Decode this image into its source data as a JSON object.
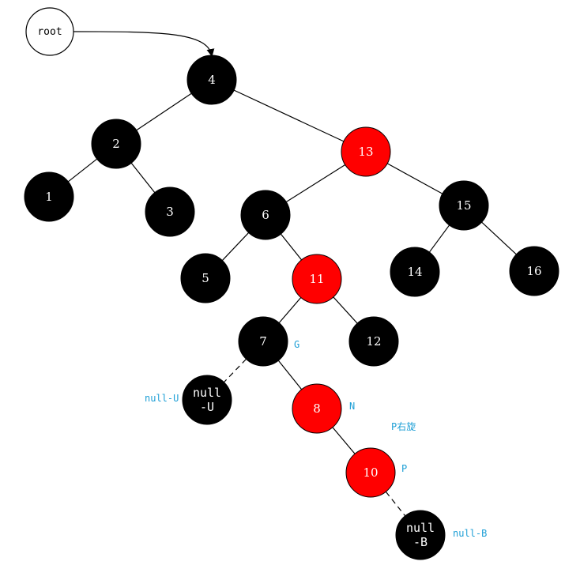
{
  "colors": {
    "black_node": "#000000",
    "red_node": "#ff0000",
    "root_node": "#ffffff",
    "annotation": "#1e9fd6"
  },
  "root_pointer": {
    "label": "root"
  },
  "nodes": [
    {
      "id": "n4",
      "label": "4",
      "color": "black"
    },
    {
      "id": "n2",
      "label": "2",
      "color": "black"
    },
    {
      "id": "n13",
      "label": "13",
      "color": "red"
    },
    {
      "id": "n1",
      "label": "1",
      "color": "black"
    },
    {
      "id": "n3",
      "label": "3",
      "color": "black"
    },
    {
      "id": "n6",
      "label": "6",
      "color": "black"
    },
    {
      "id": "n15",
      "label": "15",
      "color": "black"
    },
    {
      "id": "n5",
      "label": "5",
      "color": "black"
    },
    {
      "id": "n11",
      "label": "11",
      "color": "red"
    },
    {
      "id": "n14",
      "label": "14",
      "color": "black"
    },
    {
      "id": "n16",
      "label": "16",
      "color": "black"
    },
    {
      "id": "n7",
      "label": "7",
      "color": "black"
    },
    {
      "id": "n12",
      "label": "12",
      "color": "black"
    },
    {
      "id": "nullU",
      "label": [
        "null",
        "-U"
      ],
      "color": "black"
    },
    {
      "id": "n8",
      "label": "8",
      "color": "red"
    },
    {
      "id": "n10",
      "label": "10",
      "color": "red"
    },
    {
      "id": "nullB",
      "label": [
        "null",
        "-B"
      ],
      "color": "black"
    }
  ],
  "edges": [
    {
      "from": "n4",
      "to": "n2",
      "style": "solid"
    },
    {
      "from": "n4",
      "to": "n13",
      "style": "solid"
    },
    {
      "from": "n2",
      "to": "n1",
      "style": "solid"
    },
    {
      "from": "n2",
      "to": "n3",
      "style": "solid"
    },
    {
      "from": "n13",
      "to": "n6",
      "style": "solid"
    },
    {
      "from": "n13",
      "to": "n15",
      "style": "solid"
    },
    {
      "from": "n6",
      "to": "n5",
      "style": "solid"
    },
    {
      "from": "n6",
      "to": "n11",
      "style": "solid"
    },
    {
      "from": "n15",
      "to": "n14",
      "style": "solid"
    },
    {
      "from": "n15",
      "to": "n16",
      "style": "solid"
    },
    {
      "from": "n11",
      "to": "n7",
      "style": "solid"
    },
    {
      "from": "n11",
      "to": "n12",
      "style": "solid"
    },
    {
      "from": "n7",
      "to": "nullU",
      "style": "dashed"
    },
    {
      "from": "n7",
      "to": "n8",
      "style": "solid"
    },
    {
      "from": "n8",
      "to": "n10",
      "style": "solid"
    },
    {
      "from": "n10",
      "to": "nullB",
      "style": "dashed"
    }
  ],
  "annotations": {
    "g": "G",
    "n": "N",
    "p": "P",
    "null_u": "null-U",
    "null_b": "null-B",
    "rotation": "P右旋"
  }
}
